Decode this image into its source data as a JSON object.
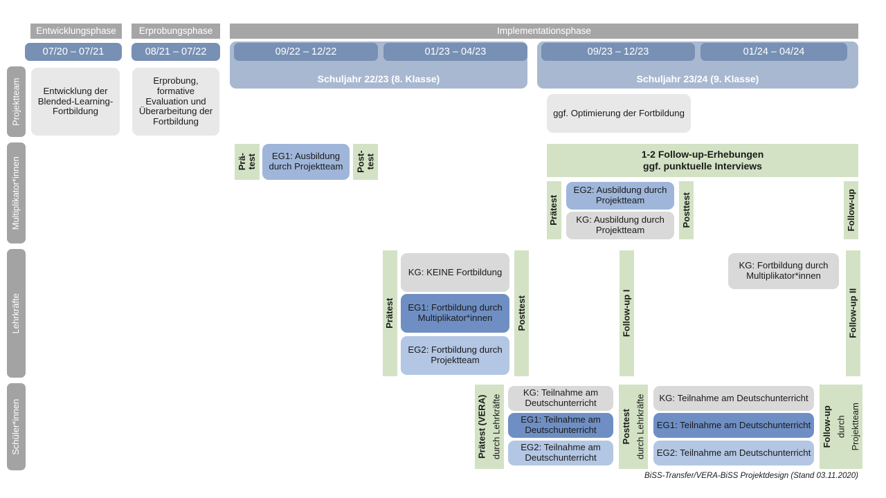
{
  "document": {
    "credit": "BiSS-Transfer/VERA-BiSS Projektdesign (Stand 03.11.2020)"
  },
  "colors": {
    "phase_bar": "#a6a6a6",
    "period_pill": "#7790b4",
    "year_band": "#a9b8d1",
    "rail": "#a3a3a3",
    "green_strip": "#d3e2c4",
    "grey_card": "#e8e8e8",
    "grey_card_alt": "#d9d9d9",
    "blue_dark": "#6f8fc4",
    "blue_mid": "#9fb6da",
    "blue_light": "#b3c6e3"
  },
  "phases": [
    {
      "label": "Entwicklungsphase"
    },
    {
      "label": "Erprobungsphase"
    },
    {
      "label": "Implementationsphase"
    }
  ],
  "periods": [
    {
      "label": "07/20 – 07/21"
    },
    {
      "label": "08/21 – 07/22"
    },
    {
      "label": "09/22 – 12/22"
    },
    {
      "label": "01/23 – 04/23"
    },
    {
      "label": "09/23 – 12/23"
    },
    {
      "label": "01/24 – 04/24"
    }
  ],
  "school_years": [
    {
      "label": "Schuljahr 22/23 (8. Klasse)"
    },
    {
      "label": "Schuljahr 23/24 (9. Klasse)"
    }
  ],
  "rows": [
    {
      "label": "Projektteam"
    },
    {
      "label": "Multiplikator*innen"
    },
    {
      "label": "Lehrkräfte"
    },
    {
      "label": "Schüler*innen"
    }
  ],
  "projektteam": {
    "entwicklung": "Entwicklung der Blended-Learning-Fortbildung",
    "erprobung": "Erprobung, formative Evaluation und Überarbeitung der Fortbildung",
    "optimierung": "ggf. Optimierung der Fortbildung"
  },
  "multiplikatoren": {
    "praetest_1": "Prä-\ntest",
    "praetest_1_line1": "Prä-",
    "praetest_1_line2": "test",
    "eg1": "EG1: Ausbildung durch Projektteam",
    "posttest_1_line1": "Post-",
    "posttest_1_line2": "test",
    "banner_line1": "1-2 Follow-up-Erhebungen",
    "banner_line2": "ggf. punktuelle Interviews",
    "praetest_2": "Prätest",
    "eg2": "EG2: Ausbildung durch Projektteam",
    "kg": "KG: Ausbildung durch Projektteam",
    "posttest_2": "Posttest",
    "followup": "Follow-up"
  },
  "lehrkraefte": {
    "praetest": "Prätest",
    "kg": "KG:  KEINE Fortbildung",
    "eg1": "EG1: Fortbildung durch Multiplikator*innen",
    "eg2": "EG2: Fortbildung durch Projektteam",
    "posttest": "Posttest",
    "followup_1": "Follow-up I",
    "kg_2": "KG: Fortbildung durch Multiplikator*innen",
    "followup_2": "Follow-up II"
  },
  "schueler": {
    "praetest_main": "Prätest (VERA)",
    "praetest_sub": "durch Lehrkräfte",
    "block1": [
      {
        "label": "KG: Teilnahme am Deutschunterricht",
        "style": "grey"
      },
      {
        "label": "EG1: Teilnahme am Deutschunterricht",
        "style": "blue-dark"
      },
      {
        "label": "EG2: Teilnahme am Deutschunterricht",
        "style": "blue-light"
      }
    ],
    "posttest_main": "Posttest",
    "posttest_sub": "durch Lehrkräfte",
    "block2": [
      {
        "label": "KG: Teilnahme am Deutschunterricht",
        "style": "grey"
      },
      {
        "label": "EG1: Teilnahme am Deutschunterricht",
        "style": "blue-dark"
      },
      {
        "label": "EG2: Teilnahme am Deutschunterricht",
        "style": "blue-light"
      }
    ],
    "followup_main": "Follow-up",
    "followup_sub1": "durch",
    "followup_sub2": "Projektteam"
  }
}
